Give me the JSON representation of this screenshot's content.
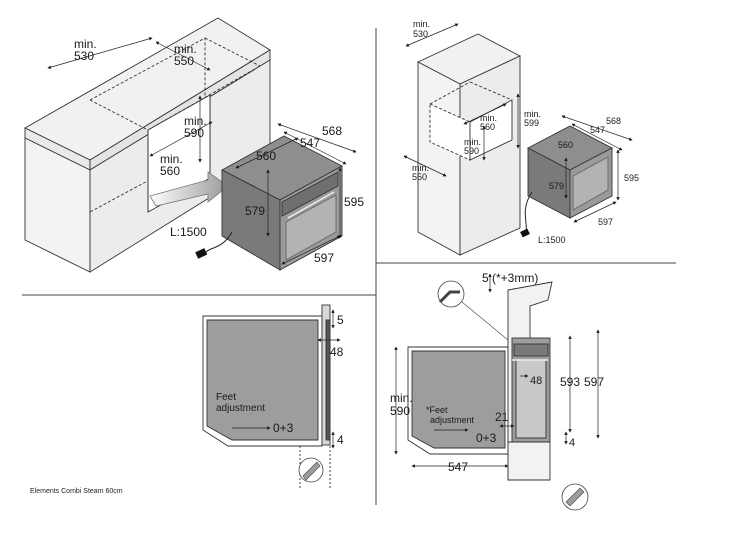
{
  "caption": "Elements Combi Steam 60cm",
  "panel_cabinet": {
    "min_label": "min.",
    "depth": "530",
    "width": "550",
    "height": "590",
    "niche": "560",
    "oven_depth_total": "568",
    "oven_depth_body": "547",
    "oven_width_top": "560",
    "oven_height_body": "579",
    "oven_height": "595",
    "oven_width": "597",
    "cable": "L:1500"
  },
  "panel_column": {
    "min_label": "min.",
    "depth": "530",
    "height": "599",
    "niche": "560",
    "height2": "590",
    "width": "550",
    "oven_depth_total": "568",
    "oven_depth_body": "547",
    "oven_width_top": "560",
    "oven_height_body": "579",
    "oven_height": "595",
    "oven_width": "597",
    "cable": "L:1500"
  },
  "panel_side_left": {
    "gap_top": "5",
    "door": "48",
    "feet_label": "Feet\nadjustment",
    "feet_range": "0+3",
    "gap_bottom": "4"
  },
  "panel_side_right": {
    "gap_top": "5 (*+3mm)",
    "door": "48",
    "min_label": "min.",
    "min_height": "590",
    "feet_label": "*Feet\nadjustment",
    "feet_range": "0+3",
    "gap": "21",
    "height_inner": "593",
    "height": "597",
    "gap_bottom": "4",
    "depth": "547"
  }
}
